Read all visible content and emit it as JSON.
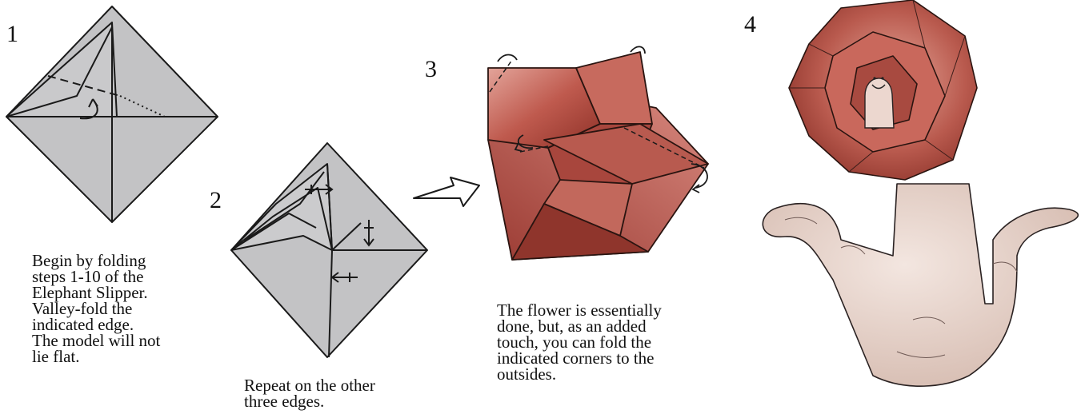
{
  "steps": [
    {
      "number": "1",
      "lines": [
        "Begin by folding",
        "steps 1-10 of the",
        "Elephant Slipper.",
        "Valley-fold the",
        "indicated edge.",
        "The model will not",
        "lie flat."
      ]
    },
    {
      "number": "2",
      "lines": [
        "Repeat on the other",
        "three edges."
      ]
    },
    {
      "number": "3",
      "lines": [
        "The flower is essentially",
        "done, but, as an added",
        "touch, you can fold the",
        "indicated corners to the",
        "outsides."
      ]
    },
    {
      "number": "4",
      "lines": []
    }
  ],
  "colors": {
    "paper_gray": "#c3c3c5",
    "line": "#1a1a1a",
    "rose_dark": "#9b3b33",
    "rose_mid": "#bf5a4e",
    "rose_light": "#e3a49a",
    "skin": "#e9d6cd",
    "skin_shade": "#d2b6aa"
  },
  "icons": {
    "step1": "diagram-valley-fold",
    "step2": "diagram-repeat-arrows",
    "step3": "illustration-folded-rose",
    "step4": "illustration-rose-on-finger",
    "between": "hollow-arrow-icon"
  }
}
